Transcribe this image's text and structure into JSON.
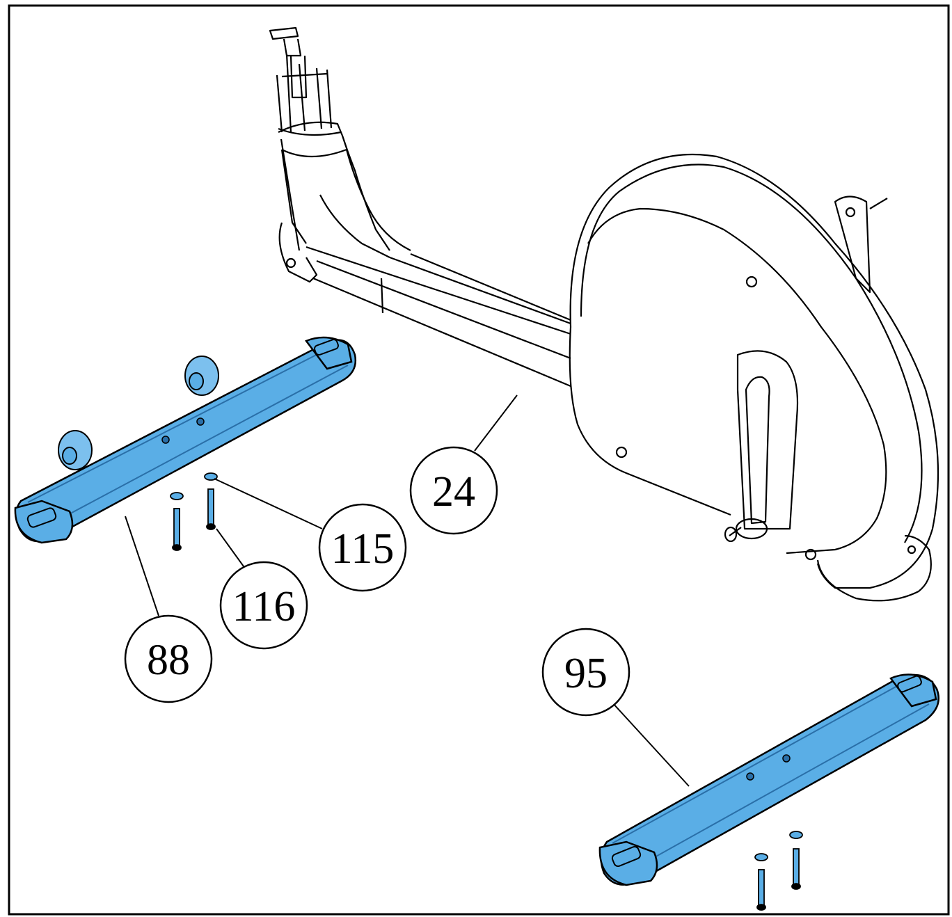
{
  "diagram": {
    "colors": {
      "part_fill": "#5aaee6",
      "part_dark": "#2a6fa8",
      "line": "#000000",
      "background": "#ffffff"
    },
    "callouts": {
      "frame": "24",
      "front_stabilizer": "88",
      "rear_stabilizer": "95",
      "washer": "115",
      "bolt": "116"
    }
  }
}
